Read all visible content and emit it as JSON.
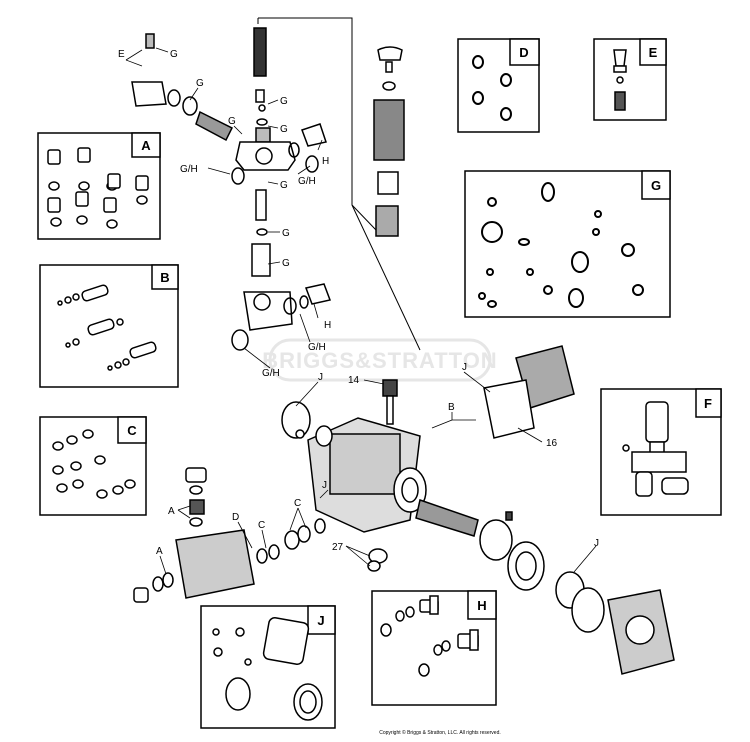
{
  "diagram": {
    "watermark": "BRIGGS&STRATTON",
    "copyright": "Copyright © Briggs & Stratton, LLC. All rights reserved.",
    "boxes": {
      "A": "A",
      "B": "B",
      "C": "C",
      "D": "D",
      "E": "E",
      "F": "F",
      "G": "G",
      "H": "H",
      "J": "J"
    },
    "callouts": {
      "E": "E",
      "G": "G",
      "GH": "G/H",
      "H": "H",
      "J": "J",
      "A": "A",
      "B": "B",
      "C": "C",
      "D": "D",
      "n14": "14",
      "n16": "16",
      "n27": "27"
    }
  }
}
